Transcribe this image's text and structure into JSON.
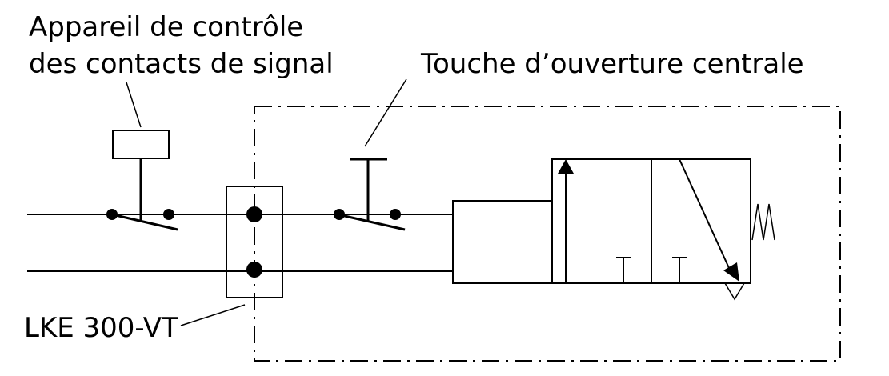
{
  "labels": {
    "monitor_line1": "Appareil de contrôle",
    "monitor_line2": "des contacts de signal",
    "central_release": "Touche d’ouverture centrale",
    "device": "LKE 300-VT"
  },
  "colors": {
    "ink": "#000000",
    "background": "#ffffff"
  }
}
